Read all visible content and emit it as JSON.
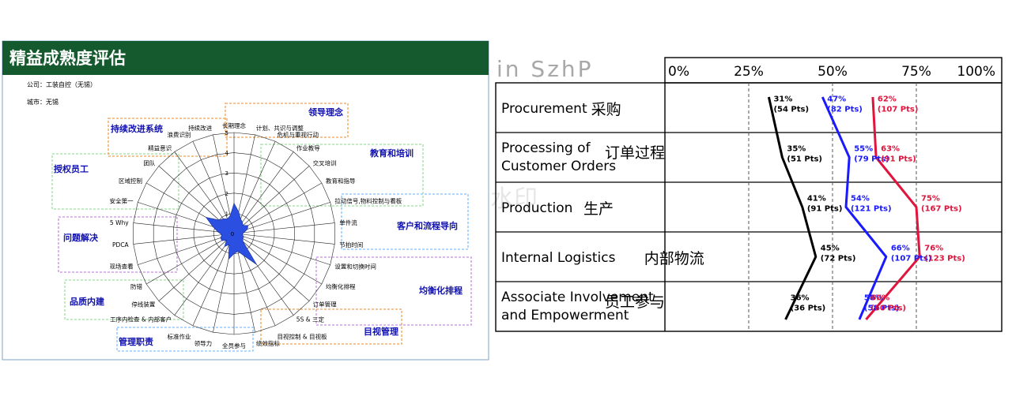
{
  "chart_data": [
    {
      "type": "radar",
      "title": "精益成熟度评估",
      "company_line": "公司：工装自控（无锡）",
      "city_line": "城市：无锡",
      "scale_ticks": [
        "1",
        "2",
        "3",
        "4",
        "5"
      ],
      "rmax": 5,
      "axes": [
        {
          "label": "长期理念",
          "value": 1.5
        },
        {
          "label": "计划、共识与调整",
          "value": 1.1
        },
        {
          "label": "危机与重视行动",
          "value": 0.8
        },
        {
          "label": "作业教导",
          "value": 0.7
        },
        {
          "label": "交叉培训",
          "value": 0.6
        },
        {
          "label": "教育和指导",
          "value": 0.8
        },
        {
          "label": "拉动信号,物料控制与看板",
          "value": 0.7
        },
        {
          "label": "单件流",
          "value": 0.5
        },
        {
          "label": "节拍时间",
          "value": 0.4
        },
        {
          "label": "设置和切换时间",
          "value": 0.5
        },
        {
          "label": "均衡化排程",
          "value": 0.5
        },
        {
          "label": "订单管理",
          "value": 0.6
        },
        {
          "label": "5S & 三定",
          "value": 1.9
        },
        {
          "label": "目视控制 & 目视板",
          "value": 1.2
        },
        {
          "label": "绩效指标",
          "value": 0.9
        },
        {
          "label": "全员参与",
          "value": 1.0
        },
        {
          "label": "领导力",
          "value": 1.3
        },
        {
          "label": "标准作业",
          "value": 0.6
        },
        {
          "label": "工序内检查 & 内部客户",
          "value": 0.8
        },
        {
          "label": "停线装置",
          "value": 0.5
        },
        {
          "label": "防错",
          "value": 0.7
        },
        {
          "label": "现场查看",
          "value": 0.7
        },
        {
          "label": "PDCA",
          "value": 0.6
        },
        {
          "label": "5 Why",
          "value": 0.8
        },
        {
          "label": "安全第一",
          "value": 1.1
        },
        {
          "label": "区域控制",
          "value": 1.6
        },
        {
          "label": "团队",
          "value": 1.0
        },
        {
          "label": "精益意识",
          "value": 0.9
        },
        {
          "label": "浪费识别",
          "value": 0.8
        },
        {
          "label": "持续改进",
          "value": 0.9
        }
      ],
      "groups": [
        {
          "label": "领导理念",
          "color": "#f0a050"
        },
        {
          "label": "教育和培训",
          "color": "#9fdf9f"
        },
        {
          "label": "客户和流程导向",
          "color": "#7fbfff"
        },
        {
          "label": "均衡化排程",
          "color": "#c58fe0"
        },
        {
          "label": "目视管理",
          "color": "#f0a050"
        },
        {
          "label": "管理职责",
          "color": "#7fbfff"
        },
        {
          "label": "品质内建",
          "color": "#9fdf9f"
        },
        {
          "label": "问题解决",
          "color": "#c58fe0"
        },
        {
          "label": "授权员工",
          "color": "#9fdf9f"
        },
        {
          "label": "持续改进系统",
          "color": "#f0a050"
        }
      ],
      "fill_color": "#2b4fe0",
      "header_color": "#155a2e"
    },
    {
      "type": "line",
      "header_text": "in  SzhP",
      "x_ticks": [
        "0%",
        "25%",
        "50%",
        "75%",
        "100%"
      ],
      "xlim": [
        0,
        100
      ],
      "gridlines_dashed": [
        25,
        50,
        75
      ],
      "categories": [
        {
          "en_line1": "Procurement",
          "en_line2": "",
          "cn": "采购"
        },
        {
          "en_line1": "Processing of",
          "en_line2": "Customer Orders",
          "cn": "订单过程"
        },
        {
          "en_line1": "Production",
          "en_line2": "",
          "cn": "生产"
        },
        {
          "en_line1": "Internal Logistics",
          "en_line2": "",
          "cn": "内部物流"
        },
        {
          "en_line1": "Associate Involvement",
          "en_line2": "and Empowerment",
          "cn": "员工参与"
        }
      ],
      "series": [
        {
          "color": "#000000",
          "values": [
            31,
            35,
            41,
            45,
            36
          ],
          "pct_labels": [
            "31%",
            "35%",
            "41%",
            "45%",
            "36%"
          ],
          "pts_labels": [
            "(54 Pts)",
            "(51 Pts)",
            "(91 Pts)",
            "(72 Pts)",
            "(36 Pts)"
          ]
        },
        {
          "color": "#1a1aff",
          "values": [
            47,
            55,
            54,
            66,
            58
          ],
          "pct_labels": [
            "47%",
            "55%",
            "54%",
            "66%",
            "58%"
          ],
          "pts_labels": [
            "(82 Pts)",
            "(79 Pts)",
            "(121 Pts)",
            "(107 Pts)",
            "(58 Pts)"
          ]
        },
        {
          "color": "#e0143c",
          "values": [
            62,
            63,
            75,
            76,
            60
          ],
          "pct_labels": [
            "62%",
            "63%",
            "75%",
            "76%",
            "60%"
          ],
          "pts_labels": [
            "(107 Pts)",
            "(91 Pts)",
            "(167 Pts)",
            "(123 Pts)",
            "(60 Pts)"
          ]
        }
      ],
      "watermark": "非会员水印"
    }
  ]
}
